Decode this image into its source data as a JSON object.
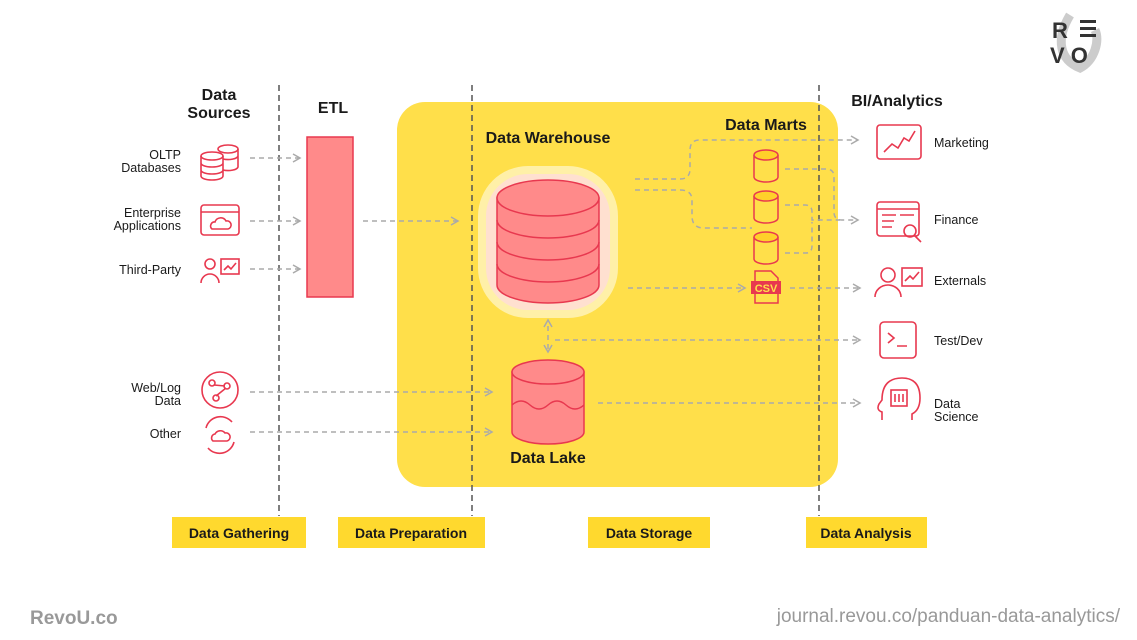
{
  "logo": {
    "text": "REVO"
  },
  "colors": {
    "accent": "#E8384F",
    "yellow": "#FFDF4A",
    "label_yellow": "#FFD92E",
    "pink": "#FF8A8A"
  },
  "headers": {
    "data_sources_1": "Data",
    "data_sources_2": "Sources",
    "etl": "ETL",
    "data_warehouse": "Data Warehouse",
    "data_marts": "Data Marts",
    "bi_analytics": "BI/Analytics",
    "data_lake": "Data Lake"
  },
  "sources": [
    {
      "lines": [
        "OLTP",
        "Databases"
      ],
      "icon": "database-icon"
    },
    {
      "lines": [
        "Enterprise",
        "Applications"
      ],
      "icon": "browser-cloud-icon"
    },
    {
      "lines": [
        "Third-Party"
      ],
      "icon": "user-chart-icon"
    },
    {
      "lines": [
        "Web/Log",
        "Data"
      ],
      "icon": "network-globe-icon"
    },
    {
      "lines": [
        "Other"
      ],
      "icon": "cloud-sync-icon"
    }
  ],
  "outputs": [
    {
      "lines": [
        "Marketing"
      ],
      "icon": "line-chart-icon"
    },
    {
      "lines": [
        "Finance"
      ],
      "icon": "report-search-icon"
    },
    {
      "lines": [
        "Externals"
      ],
      "icon": "user-chart-icon"
    },
    {
      "lines": [
        "Test/Dev"
      ],
      "icon": "terminal-icon"
    },
    {
      "lines": [
        "Data",
        "Science"
      ],
      "icon": "head-chip-icon"
    }
  ],
  "csv_label": "CSV",
  "stages": [
    "Data Gathering",
    "Data Preparation",
    "Data Storage",
    "Data Analysis"
  ],
  "footer": {
    "left": "RevoU.co",
    "right": "journal.revou.co/panduan-data-analytics/"
  }
}
